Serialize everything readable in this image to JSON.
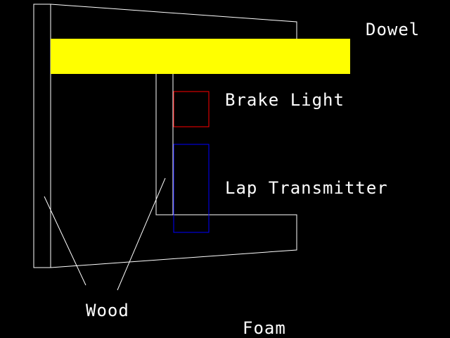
{
  "labels": {
    "dowel": "Dowel",
    "brake_light": "Brake Light",
    "lap_transmitter": "Lap Transmitter",
    "wood": "Wood",
    "foam": "Foam"
  },
  "colors": {
    "background": "#000000",
    "outline": "#ffffff",
    "dowel_fill": "#ffff00",
    "brake_light": "#ff0000",
    "lap_transmitter": "#0000ff",
    "text": "#ffffff"
  }
}
